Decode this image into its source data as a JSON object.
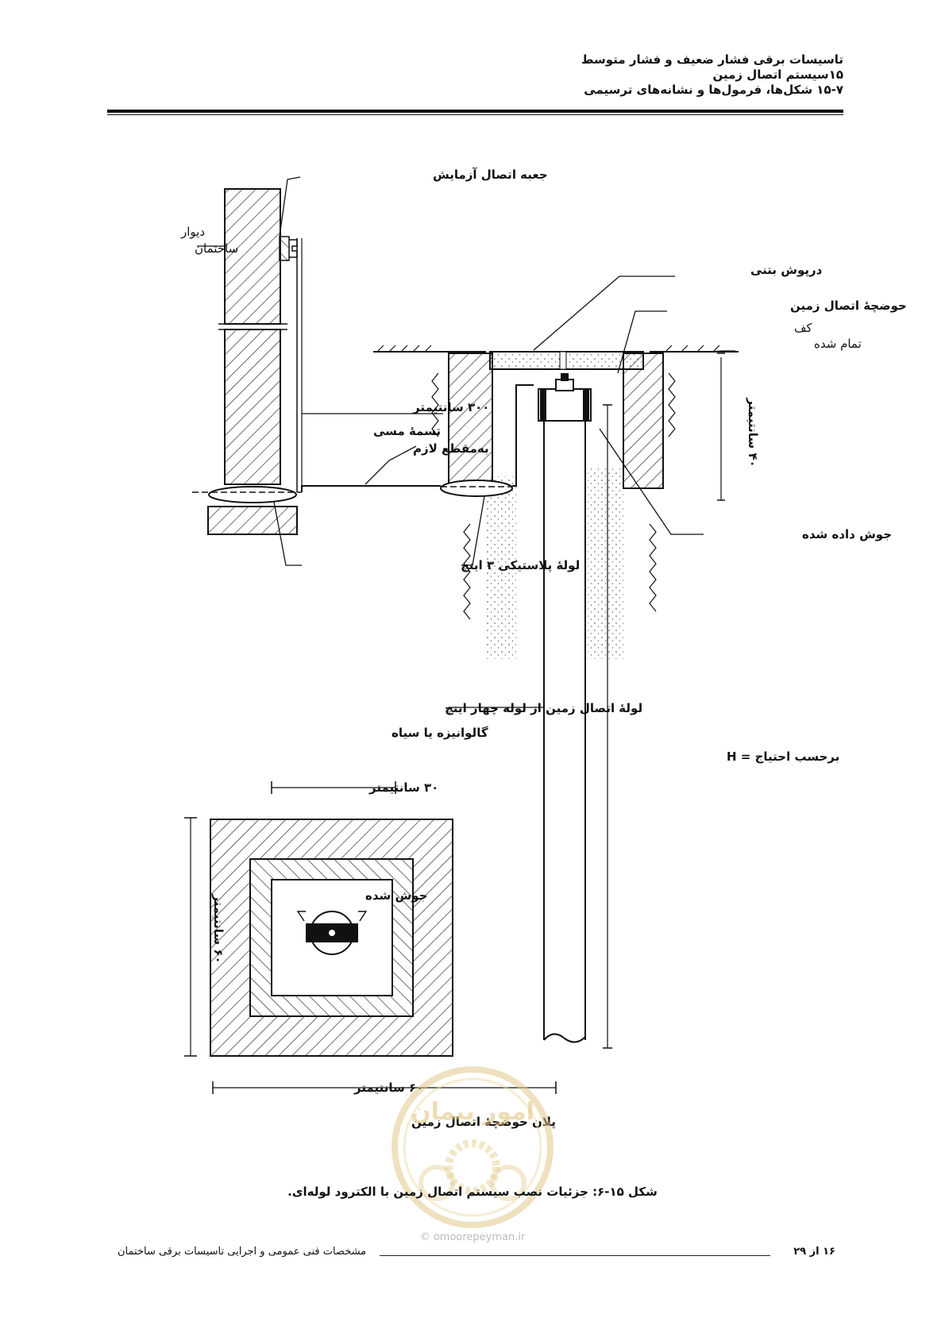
{
  "header": {
    "line1": "تاسیسات برقی فشار ضعیف و فشار متوسط",
    "line2": "۱۵سیستم اتصال زمین",
    "line3": "۱۵-۷ شکل‌ها، فرمول‌ها و نشانه‌های ترسیمی"
  },
  "figure": {
    "labels": {
      "test_box": "جعبه اتصال آزمایش",
      "wall_1": "دیوار",
      "wall_2": "ساختمان",
      "concrete_cover": "درپوش بتنی",
      "ground_pit": "حوضچهٔ اتصال زمین",
      "floor_1": "کف",
      "floor_2": "تمام شده",
      "dist_300": "۳۰۰ سانتیمتر",
      "copper_1": "تسمهٔ مسی",
      "copper_2": "به‌مقطع لازم",
      "depth_40": "۴۰ سانتیمتر",
      "welded": "جوش داده شده",
      "plastic_pipe": "لولهٔ پلاستیکی ۳ اینچ",
      "pipe_1": "لولهٔ اتصال زمین از لوله چهار اینچ",
      "pipe_2": "گالوانیزه یا سیاه",
      "h_label": "برحسب احتیاج = H",
      "dim_30": "۳۰ سانتیمتر",
      "plan_welded": "جوش شده",
      "dim_60_v": "۶۰ سانتیمتر",
      "dim_60_h": "۶۰ سانتیمتر",
      "plan_title": "پلان حوضچهٔ اتصال زمین"
    }
  },
  "caption": "شکل ۱۵-۶: جزئیات نصب سیستم اتصال زمین با الکترود لوله‌ای.",
  "watermark": {
    "site": "omoorepeyman.ir",
    "logo_text": "امور پیمان"
  },
  "footer": {
    "doc_title": "مشخصات فنی عمومی و اجرایی تاسیسات برقی ساختمان",
    "page": "۱۶ از ۲۹"
  }
}
